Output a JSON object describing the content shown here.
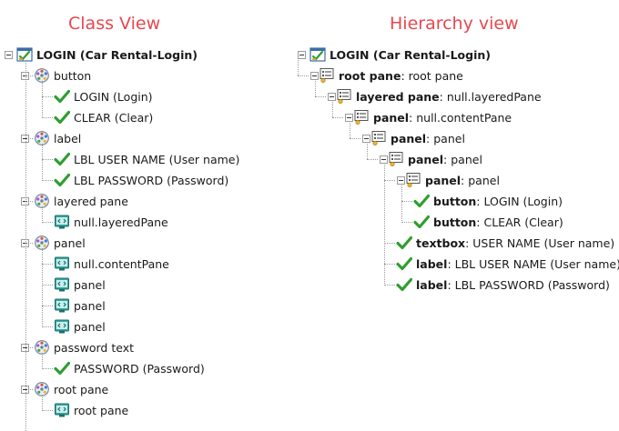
{
  "headings": {
    "class_view": "Class View",
    "hierarchy_view": "Hierarchy view"
  },
  "class_view": {
    "root": "LOGIN (Car Rental-Login)",
    "groups": [
      {
        "label": "button",
        "items": [
          "LOGIN (Login)",
          "CLEAR (Clear)"
        ]
      },
      {
        "label": "label",
        "items": [
          "LBL USER NAME (User name)",
          "LBL PASSWORD (Password)"
        ]
      },
      {
        "label": "layered pane",
        "items": [
          "null.layeredPane"
        ]
      },
      {
        "label": "panel",
        "items": [
          "null.contentPane",
          "panel",
          "panel",
          "panel"
        ]
      },
      {
        "label": "password text",
        "items": [
          "PASSWORD (Password)"
        ]
      },
      {
        "label": "root pane",
        "items": [
          "root pane"
        ]
      }
    ]
  },
  "hierarchy_view": {
    "root": "LOGIN (Car Rental-Login)",
    "nodes": [
      {
        "type": "root pane",
        "name": "root pane"
      },
      {
        "type": "layered pane",
        "name": "null.layeredPane"
      },
      {
        "type": "panel",
        "name": "null.contentPane"
      },
      {
        "type": "panel",
        "name": "panel"
      },
      {
        "type": "panel",
        "name": "panel"
      },
      {
        "type": "panel",
        "name": "panel"
      },
      {
        "type": "button",
        "name": "LOGIN (Login)"
      },
      {
        "type": "button",
        "name": "CLEAR (Clear)"
      },
      {
        "type": "textbox",
        "name": "USER NAME (User name)"
      },
      {
        "type": "label",
        "name": "LBL USER NAME (User name)"
      },
      {
        "type": "label",
        "name": "LBL PASSWORD (Password)"
      }
    ]
  },
  "colors": {
    "heading": "#e8474f",
    "check": "#2f9e2f",
    "tree_line": "#9a9a9a"
  },
  "icons": {
    "window": "window-check-icon",
    "class": "gear-class-icon",
    "check": "check-icon",
    "component": "component-screen-icon",
    "container": "container-panel-icon"
  }
}
